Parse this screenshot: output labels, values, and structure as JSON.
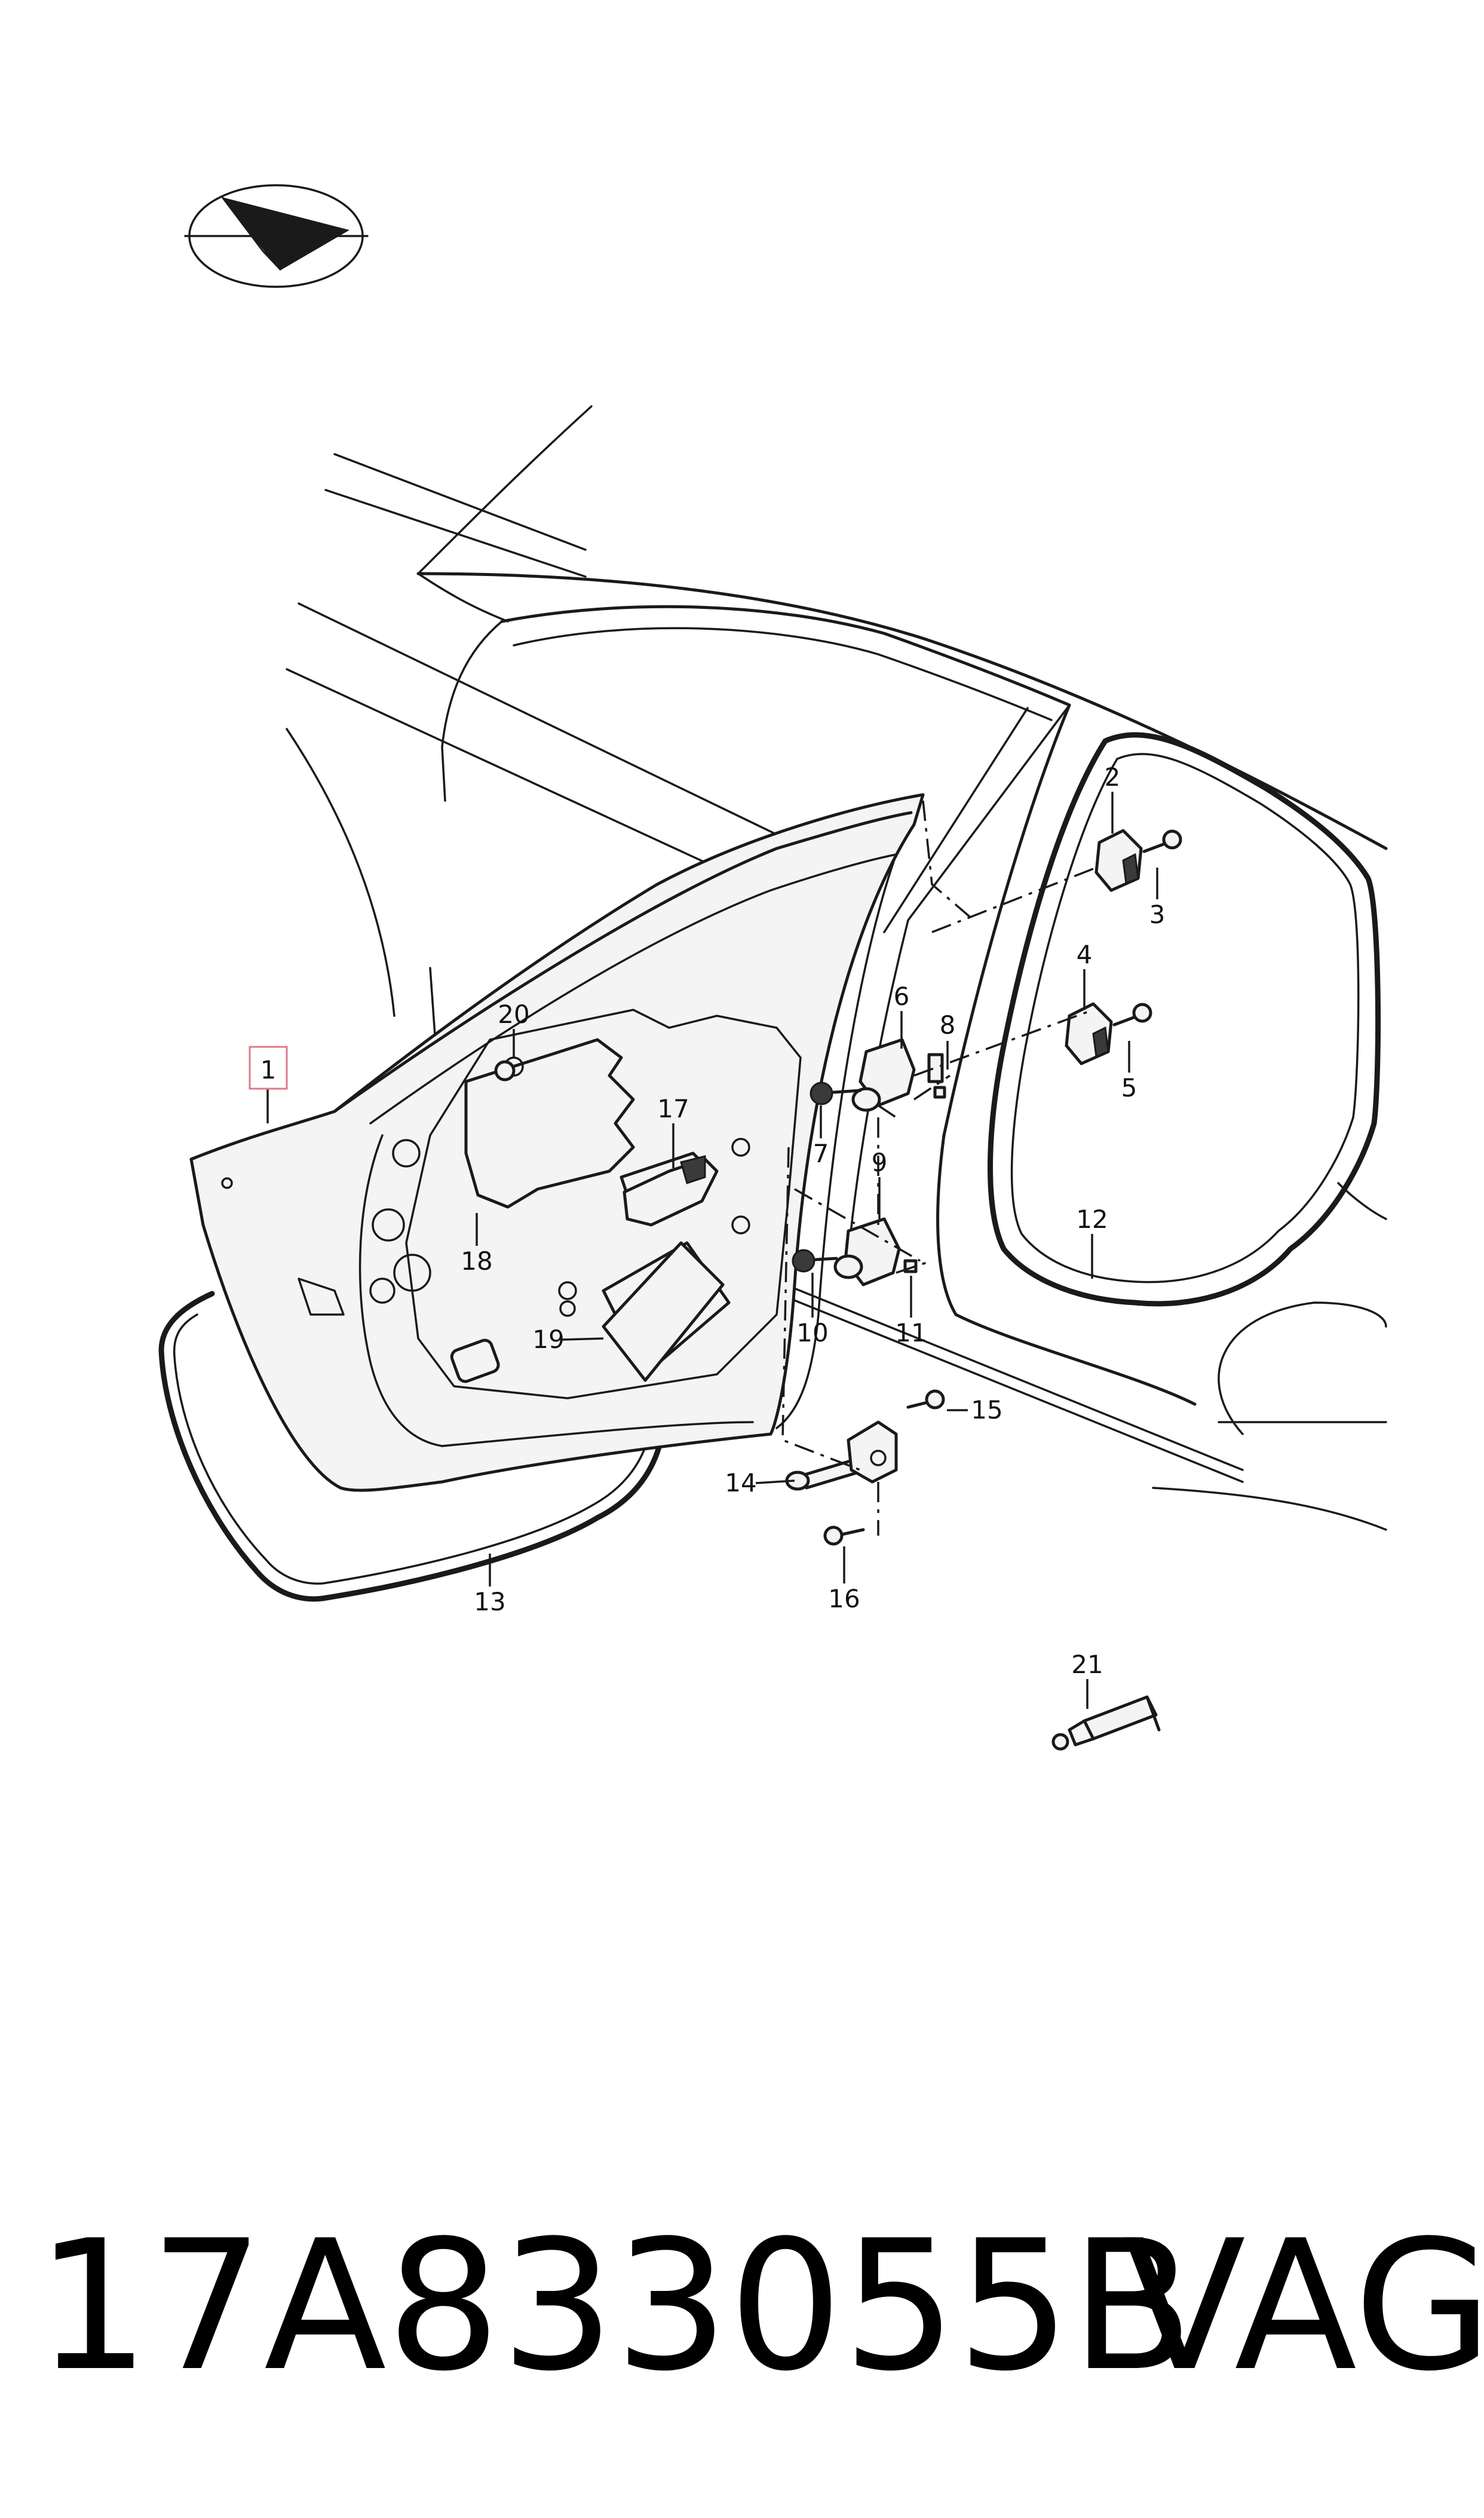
{
  "callouts": [
    {
      "id": "c1",
      "label": "1"
    },
    {
      "id": "c2",
      "label": "2"
    },
    {
      "id": "c3",
      "label": "3"
    },
    {
      "id": "c4",
      "label": "4"
    },
    {
      "id": "c5",
      "label": "5"
    },
    {
      "id": "c6",
      "label": "6"
    },
    {
      "id": "c7",
      "label": "7"
    },
    {
      "id": "c8",
      "label": "8"
    },
    {
      "id": "c9",
      "label": "9"
    },
    {
      "id": "c10",
      "label": "10"
    },
    {
      "id": "c11",
      "label": "11"
    },
    {
      "id": "c12",
      "label": "12"
    },
    {
      "id": "c13",
      "label": "13"
    },
    {
      "id": "c14",
      "label": "14"
    },
    {
      "id": "c15",
      "label": "15"
    },
    {
      "id": "c16",
      "label": "16"
    },
    {
      "id": "c17",
      "label": "17"
    },
    {
      "id": "c18",
      "label": "18"
    },
    {
      "id": "c19",
      "label": "19"
    },
    {
      "id": "c20",
      "label": "20"
    },
    {
      "id": "c21",
      "label": "21"
    }
  ],
  "highlighted_callout": "1",
  "highlight_color": "#e07a8a",
  "footer": {
    "part_number": "17A833055B",
    "brand": "VAG"
  }
}
